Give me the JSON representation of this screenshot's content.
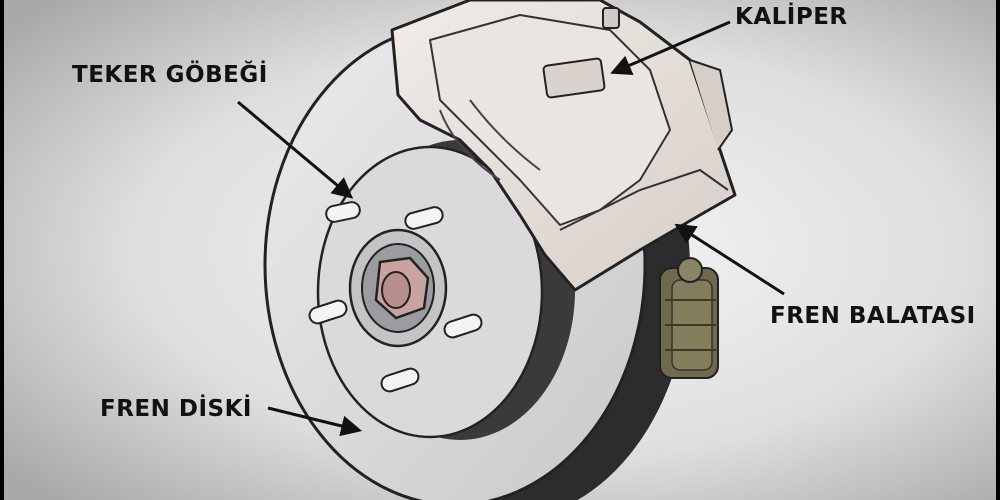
{
  "labels": {
    "caliper": "KALİPER",
    "wheel_hub": "TEKER GÖBEĞİ",
    "brake_pad": "FREN BALATASI",
    "brake_disc": "FREN DİSKİ"
  },
  "colors": {
    "background_light": "#f3f3f3",
    "background_dark": "#a9a9a9",
    "disc": "#d7d7d9",
    "disc_shadow": "#303033",
    "caliper": "#e6e0dc",
    "hub_nut": "#c9a3a0",
    "brake_pad": "#6f6a4e",
    "line": "#111111"
  }
}
